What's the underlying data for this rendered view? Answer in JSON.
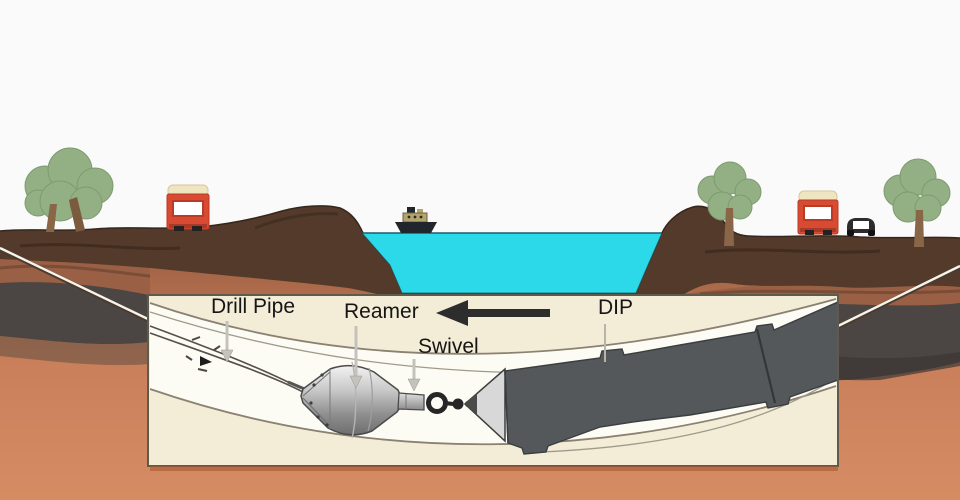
{
  "diagram": {
    "type": "horizontal-directional-drilling-cross-section",
    "inset_labels": {
      "drill_pipe": "Drill Pipe",
      "reamer": "Reamer",
      "swivel": "Swivel",
      "dip": "DIP"
    },
    "scene_elements": [
      "tree-icon",
      "truck-icon",
      "car-icon",
      "boat-icon",
      "river",
      "soil-layers",
      "drill-line",
      "detail-inset-panel",
      "reamer-tool",
      "swivel-joint",
      "pull-head-cone",
      "dip-pipe",
      "pullback-direction-arrow"
    ],
    "colors": {
      "sky": "#fbfafa",
      "water": "#2bd9e9",
      "topsoil": "#543a2b",
      "subsoil": "#9a6045",
      "rock_band": "#4b4543",
      "deep_soil_top": "#9d5f43",
      "deep_soil_bottom": "#d68c63",
      "panel_bg": "#f3ecd6",
      "borehole": "#fdfcf4",
      "pipe_dark": "#54585b",
      "cone_metal": "#d8d8d8",
      "tree_green": "#92b083",
      "trunk_brown": "#8a6648",
      "truck_red": "#d84a32",
      "truck_roof": "#efe5c0",
      "boat_hull": "#20262b",
      "direction_arrow": "#2d2d2d",
      "label_text": "#151515",
      "leader_gray": "#c4c2bc"
    }
  }
}
